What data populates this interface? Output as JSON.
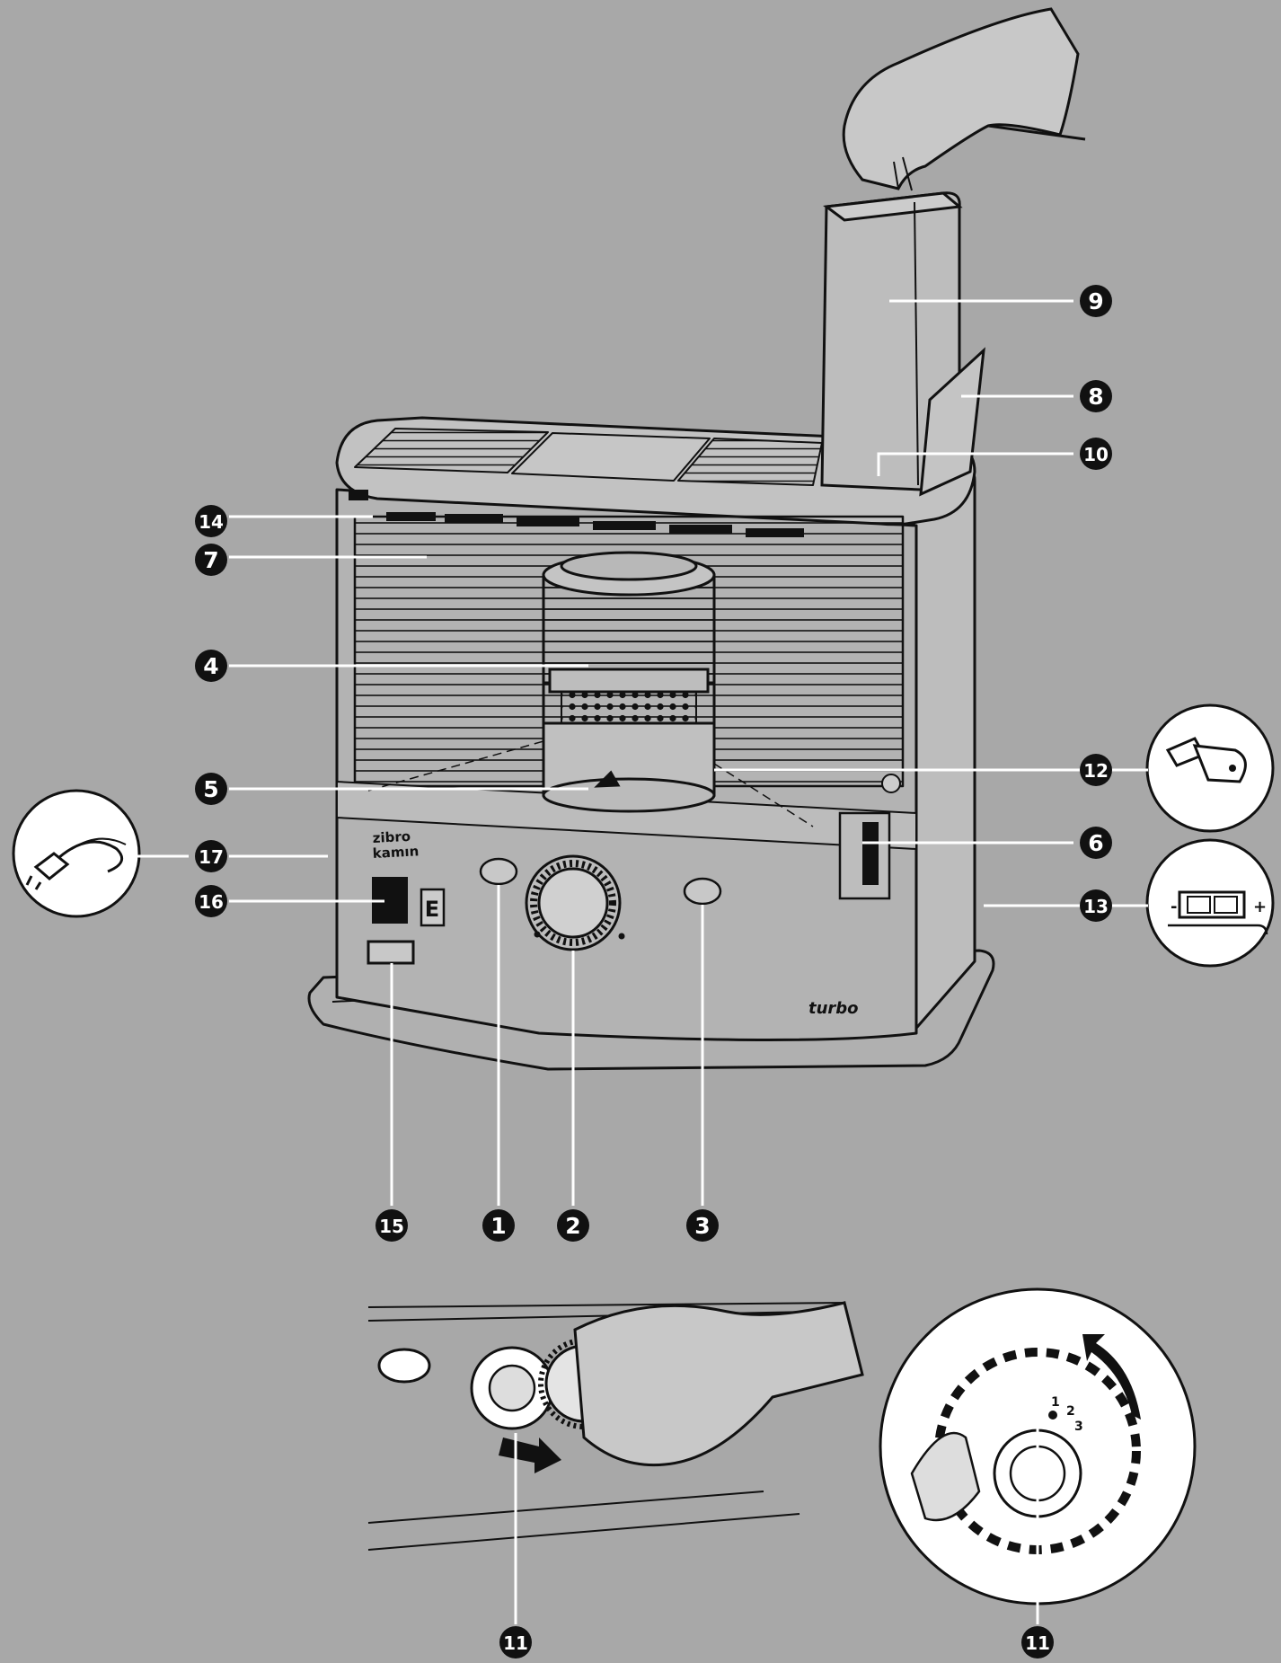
{
  "brand": {
    "line1": "zibro",
    "line2": "kamın",
    "model": "turbo"
  },
  "display_letter": "E",
  "callouts": [
    {
      "id": "1",
      "label": "1"
    },
    {
      "id": "2",
      "label": "2"
    },
    {
      "id": "3",
      "label": "3"
    },
    {
      "id": "4",
      "label": "4"
    },
    {
      "id": "5",
      "label": "5"
    },
    {
      "id": "6",
      "label": "6"
    },
    {
      "id": "7",
      "label": "7"
    },
    {
      "id": "8",
      "label": "8"
    },
    {
      "id": "9",
      "label": "9"
    },
    {
      "id": "10",
      "label": "10"
    },
    {
      "id": "11a",
      "label": "11"
    },
    {
      "id": "11b",
      "label": "11"
    },
    {
      "id": "12",
      "label": "12"
    },
    {
      "id": "13",
      "label": "13"
    },
    {
      "id": "14",
      "label": "14"
    },
    {
      "id": "15",
      "label": "15"
    },
    {
      "id": "16",
      "label": "16"
    },
    {
      "id": "17",
      "label": "17"
    }
  ],
  "battery_signs": {
    "minus": "-",
    "plus": "+"
  },
  "setting_numbers": [
    "1",
    "2",
    "3"
  ]
}
